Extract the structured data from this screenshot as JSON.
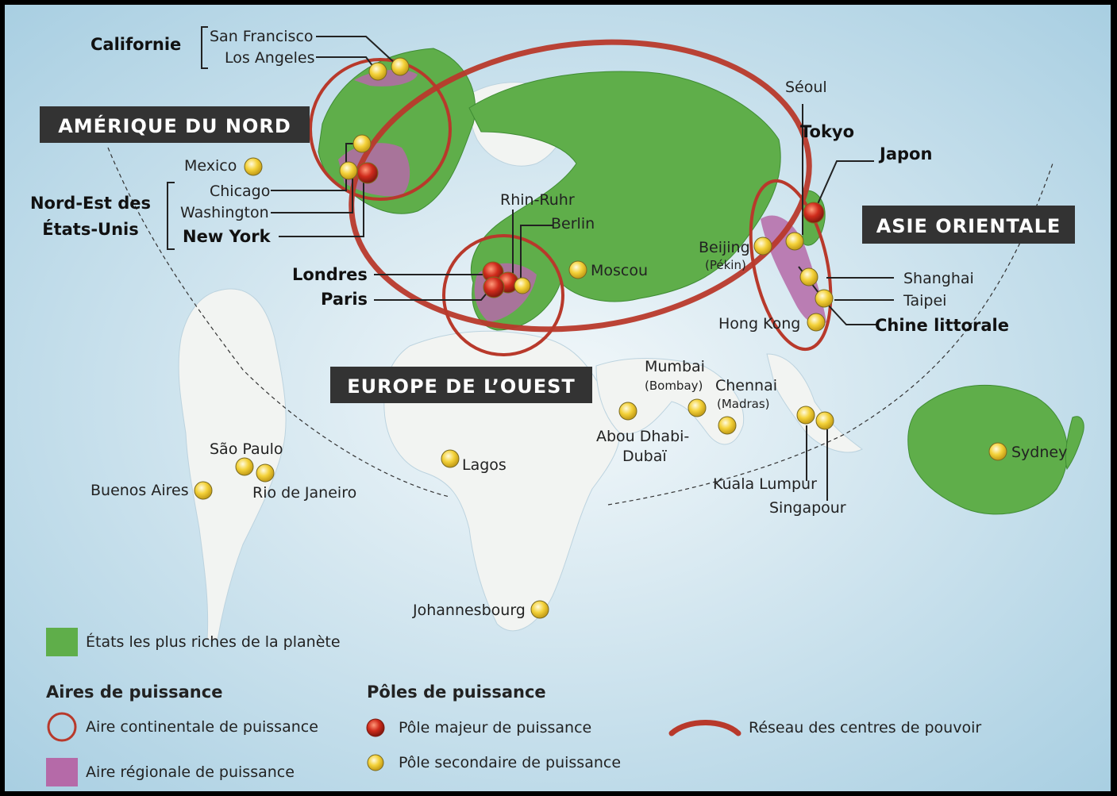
{
  "map": {
    "regions": {
      "north_america": "AMÉRIQUE DU NORD",
      "western_europe": "EUROPE DE L’OUEST",
      "east_asia": "ASIE ORIENTALE"
    },
    "groups": {
      "californie": "Californie",
      "nord_est_line1": "Nord-Est des",
      "nord_est_line2": "États-Unis",
      "japon": "Japon",
      "chine_littorale": "Chine littorale"
    },
    "cities": {
      "san_francisco": "San Francisco",
      "los_angeles": "Los Angeles",
      "mexico": "Mexico",
      "chicago": "Chicago",
      "washington": "Washington",
      "new_york": "New York",
      "rhin_ruhr": "Rhin-Ruhr",
      "berlin": "Berlin",
      "londres": "Londres",
      "paris": "Paris",
      "moscou": "Moscou",
      "seoul": "Séoul",
      "tokyo": "Tokyo",
      "beijing": "Beijing",
      "pekin": "(Pékin)",
      "shanghai": "Shanghai",
      "taipei": "Taipei",
      "hong_kong": "Hong Kong",
      "mumbai": "Mumbai",
      "bombay": "(Bombay)",
      "chennai": "Chennai",
      "madras": "(Madras)",
      "abou_dhabi": "Abou Dhabi-",
      "dubai": "Dubaï",
      "kuala_lumpur": "Kuala Lumpur",
      "singapour": "Singapour",
      "sydney": "Sydney",
      "lagos": "Lagos",
      "johannesbourg": "Johannesbourg",
      "sao_paulo": "São Paulo",
      "rio": "Rio de Janeiro",
      "buenos_aires": "Buenos Aires"
    },
    "colors": {
      "ocean": "#e4eef3",
      "land": "#f2f4f2",
      "rich_states": "#5fae4a",
      "regional_area": "#b56aa8",
      "network": "#b8392b",
      "major_pole": "#c0281e",
      "secondary_pole": "#f4d23a"
    }
  },
  "legend": {
    "rich_states": "États les plus riches de la planète",
    "areas_title": "Aires de puissance",
    "continental_area": "Aire continentale de puissance",
    "regional_area": "Aire régionale de puissance",
    "poles_title": "Pôles de puissance",
    "major_pole": "Pôle majeur de puissance",
    "secondary_pole": "Pôle secondaire de puissance",
    "network": "Réseau des centres de pouvoir"
  }
}
